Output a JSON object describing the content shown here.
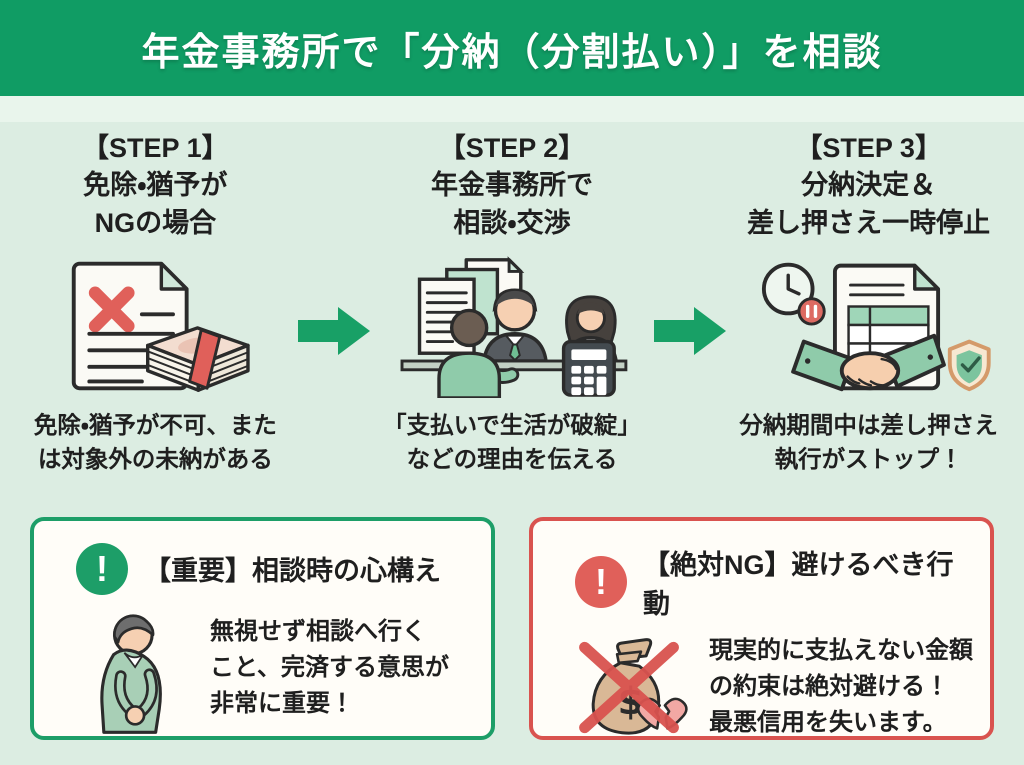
{
  "banner": {
    "title": "年金事務所で「分納（分割払い）」を相談"
  },
  "steps": [
    {
      "label": "【STEP 1】",
      "title_lines": [
        "免除・猶予が",
        "NGの場合"
      ],
      "icon": "rejected-document-money-icon",
      "caption_lines": [
        "免除・猶予が不可、また",
        "は対象外の未納がある"
      ]
    },
    {
      "label": "【STEP 2】",
      "title_lines": [
        "年金事務所で",
        "相談・交渉"
      ],
      "icon": "consultation-desk-icon",
      "caption_lines": [
        "「支払いで生活が破綻」",
        "などの理由を伝える"
      ]
    },
    {
      "label": "【STEP 3】",
      "title_lines": [
        "分納決定＆",
        "差し押さえ一時停止"
      ],
      "icon": "handshake-pause-shield-icon",
      "caption_lines": [
        "分納期間中は差し押さえ",
        "執行がストップ！"
      ]
    }
  ],
  "notes": [
    {
      "badge": "!",
      "title": "【重要】相談時の心構え",
      "icon": "bowing-person-icon",
      "body_lines": [
        "無視せず相談へ行く",
        "こと、完済する意思が",
        "非常に重要！"
      ]
    },
    {
      "badge": "!",
      "title": "【絶対NG】避けるべき行動",
      "icon": "crossed-money-bag-broken-heart-icon",
      "body_lines": [
        "現実的に支払えない金額",
        "の約束は絶対避ける！",
        "最悪信用を失います。"
      ]
    }
  ],
  "colors": {
    "banner_green": "#109c64",
    "background_mint": "#dcede2",
    "arrow_green": "#18a066",
    "important_green": "#1d9e68",
    "ng_red": "#d9534f",
    "error_red": "#e0605a",
    "text_dark": "#1f1f1f"
  }
}
